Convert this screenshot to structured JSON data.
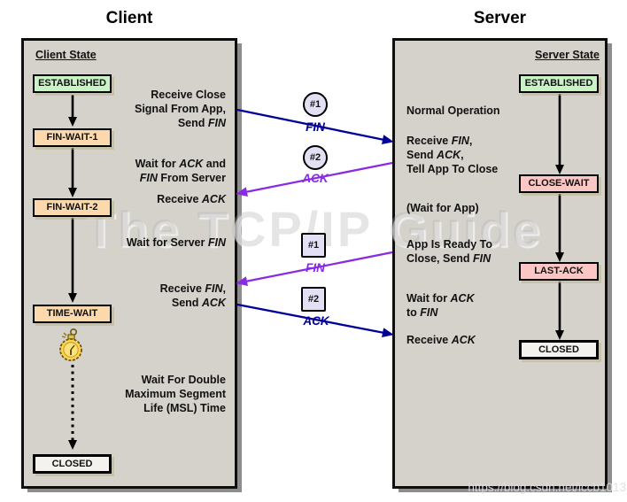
{
  "titles": {
    "client": "Client",
    "server": "Server"
  },
  "client": {
    "state_header": "Client State",
    "states": [
      {
        "label": "ESTABLISHED",
        "color": "green"
      },
      {
        "label": "FIN-WAIT-1",
        "color": "peach"
      },
      {
        "label": "FIN-WAIT-2",
        "color": "peach"
      },
      {
        "label": "TIME-WAIT",
        "color": "peach"
      },
      {
        "label": "CLOSED",
        "color": "plain"
      }
    ],
    "annotations": [
      [
        [
          {
            "t": "Receive Close"
          }
        ],
        [
          {
            "t": "Signal From App,"
          }
        ],
        [
          {
            "t": "Send "
          },
          {
            "t": "FIN",
            "i": 1
          }
        ]
      ],
      [
        [
          {
            "t": "Wait for "
          },
          {
            "t": "ACK",
            "i": 1
          },
          {
            "t": " and"
          }
        ],
        [
          {
            "t": "FIN",
            "i": 1
          },
          {
            "t": " From Server"
          }
        ]
      ],
      [
        [
          {
            "t": "Receive "
          },
          {
            "t": "ACK",
            "i": 1
          }
        ]
      ],
      [
        [
          {
            "t": "Wait for Server "
          },
          {
            "t": "FIN",
            "i": 1
          }
        ]
      ],
      [
        [
          {
            "t": "Receive "
          },
          {
            "t": "FIN",
            "i": 1
          },
          {
            "t": ","
          }
        ],
        [
          {
            "t": "Send "
          },
          {
            "t": "ACK",
            "i": 1
          }
        ]
      ],
      [
        [
          {
            "t": "Wait For Double"
          }
        ],
        [
          {
            "t": "Maximum Segment"
          }
        ],
        [
          {
            "t": "Life (MSL) Time"
          }
        ]
      ]
    ]
  },
  "server": {
    "state_header": "Server State",
    "states": [
      {
        "label": "ESTABLISHED",
        "color": "green"
      },
      {
        "label": "CLOSE-WAIT",
        "color": "pink"
      },
      {
        "label": "LAST-ACK",
        "color": "pink"
      },
      {
        "label": "CLOSED",
        "color": "plain"
      }
    ],
    "annotations": [
      [
        [
          {
            "t": "Normal Operation"
          }
        ]
      ],
      [
        [
          {
            "t": "Receive "
          },
          {
            "t": "FIN",
            "i": 1
          },
          {
            "t": ","
          }
        ],
        [
          {
            "t": "Send "
          },
          {
            "t": "ACK",
            "i": 1
          },
          {
            "t": ","
          }
        ],
        [
          {
            "t": "Tell App To Close"
          }
        ]
      ],
      [
        [
          {
            "t": "(Wait for App)"
          }
        ]
      ],
      [
        [
          {
            "t": "App Is Ready To"
          }
        ],
        [
          {
            "t": "Close, Send "
          },
          {
            "t": "FIN",
            "i": 1
          }
        ]
      ],
      [
        [
          {
            "t": "Wait for "
          },
          {
            "t": "ACK",
            "i": 1
          }
        ],
        [
          {
            "t": "to "
          },
          {
            "t": "FIN",
            "i": 1
          }
        ]
      ],
      [
        [
          {
            "t": "Receive "
          },
          {
            "t": "ACK",
            "i": 1
          }
        ]
      ]
    ]
  },
  "messages": [
    {
      "token": "#1",
      "shape": "circle",
      "label": "FIN",
      "color": "#000099",
      "direction": "client-to-server"
    },
    {
      "token": "#2",
      "shape": "circle",
      "label": "ACK",
      "color": "#8a2be2",
      "direction": "server-to-client"
    },
    {
      "token": "#1",
      "shape": "square",
      "label": "FIN",
      "color": "#8a2be2",
      "direction": "server-to-client"
    },
    {
      "token": "#2",
      "shape": "square",
      "label": "ACK",
      "color": "#000099",
      "direction": "client-to-server"
    }
  ],
  "watermarks": {
    "center": "The TCP/IP Guide",
    "bottom_right": "https://blog.csdn.net/iccb1013"
  },
  "colors": {
    "panel_bg": "#d5d2cb",
    "state_green": "#c9f2c5",
    "state_peach": "#fcd9ac",
    "state_pink": "#fcc6c4",
    "state_plain": "#f4f2ee",
    "message_navy": "#000099",
    "message_purple": "#8a2be2",
    "token_fill": "#e3e0f5",
    "clock_yellow": "#ffd34d"
  }
}
